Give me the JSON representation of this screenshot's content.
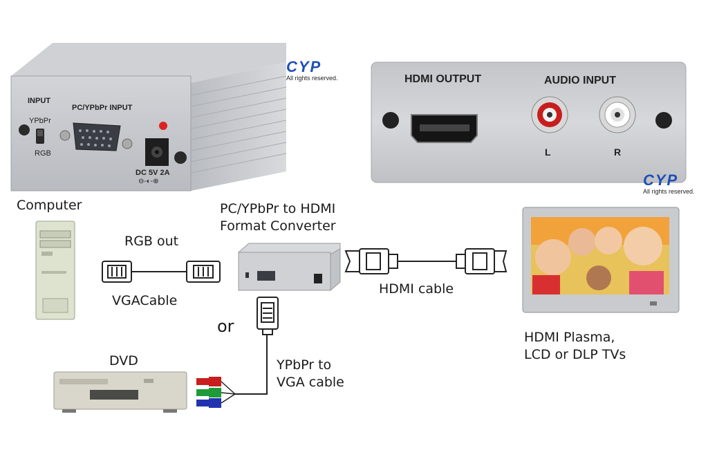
{
  "front_panel": {
    "input_label": "INPUT",
    "switch_top": "YPbPr",
    "switch_bottom": "RGB",
    "port_label": "PC/YPbPr INPUT",
    "power_label": "DC 5V 2A",
    "power_symbol": "⊖-◐-⊕"
  },
  "rear_panel": {
    "hdmi_label": "HDMI OUTPUT",
    "audio_label": "AUDIO INPUT",
    "left": "L",
    "right": "R"
  },
  "logo": {
    "mark": "CYP",
    "rights": "All rights reserved."
  },
  "labels": {
    "computer": "Computer",
    "converter_line1": "PC/YPbPr to HDMI",
    "converter_line2": "Format Converter",
    "rgb_out": "RGB out",
    "vga_cable": "VGACable",
    "hdmi_cable": "HDMI cable",
    "or": "or",
    "dvd": "DVD",
    "ypbpr_line1": "YPbPr to",
    "ypbpr_line2": "VGA cable",
    "tv_line1": "HDMI Plasma,",
    "tv_line2": "LCD or DLP TVs"
  },
  "colors": {
    "logo_blue": "#1d4fb6",
    "device_silver": "#c9cbcf",
    "rca_red": "#c81e1e",
    "rca_green": "#1f9a3a",
    "rca_blue": "#2233b0"
  }
}
